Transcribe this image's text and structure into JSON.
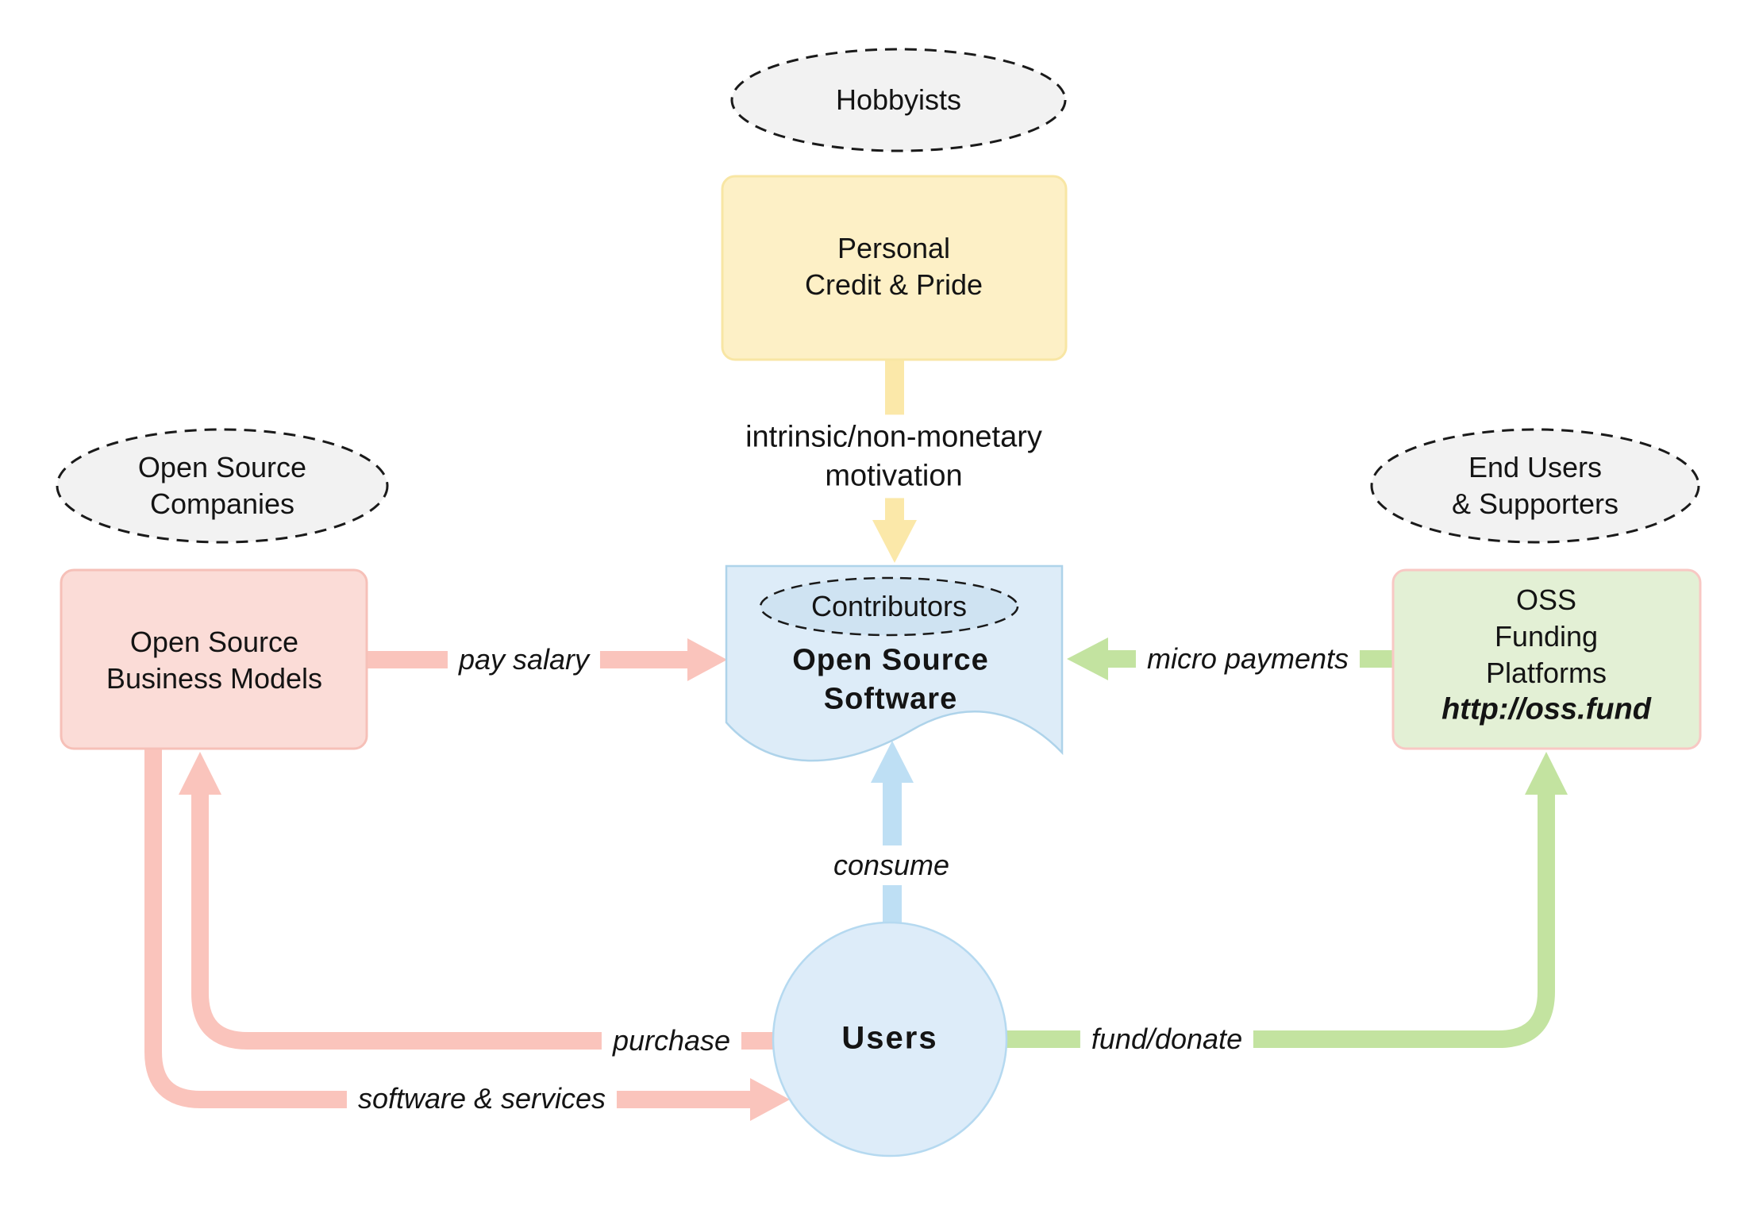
{
  "nodes": {
    "hobbyists": {
      "label": "Hobbyists"
    },
    "personal_credit": {
      "label": "Personal\nCredit & Pride"
    },
    "open_source_companies": {
      "label": "Open Source\nCompanies"
    },
    "open_source_business_models": {
      "label": "Open Source\nBusiness Models"
    },
    "contributors": {
      "label": "Contributors"
    },
    "open_source_software": {
      "label": "Open Source\nSoftware"
    },
    "end_users_supporters": {
      "label": "End Users\n& Supporters"
    },
    "oss_funding_platforms": {
      "label": "OSS\nFunding Platforms",
      "url": "http://oss.fund"
    },
    "users": {
      "label": "Users"
    }
  },
  "edges": {
    "intrinsic_motivation": {
      "label": "intrinsic/non-monetary\nmotivation"
    },
    "pay_salary": {
      "label": "pay salary"
    },
    "micro_payments": {
      "label": "micro payments"
    },
    "consume": {
      "label": "consume"
    },
    "purchase": {
      "label": "purchase"
    },
    "software_services": {
      "label": "software & services"
    },
    "fund_donate": {
      "label": "fund/donate"
    }
  },
  "colors": {
    "background": "#ffffff",
    "yellow_fill": "#fdf0c6",
    "yellow_border": "#f8e6a4",
    "yellow_arrow": "#fbe8a9",
    "pink_fill": "#fbdcd7",
    "pink_border": "#f6c0b8",
    "pink_arrow": "#fac4bc",
    "blue_fill": "#ddecf8",
    "blue_border": "#aed3ea",
    "blue_arrow": "#bedff4",
    "contributors_fill": "#cfe3f2",
    "users_circle_fill": "#ddecf9",
    "users_circle_border": "#b5d9f0",
    "green_fill": "#e3f0d5",
    "green_border": "#f8c8c4",
    "green_arrow": "#c3e3a0",
    "gray_ellipse_fill": "#f2f2f2",
    "dashed_border": "#1a1a1a",
    "text": "#141414"
  }
}
